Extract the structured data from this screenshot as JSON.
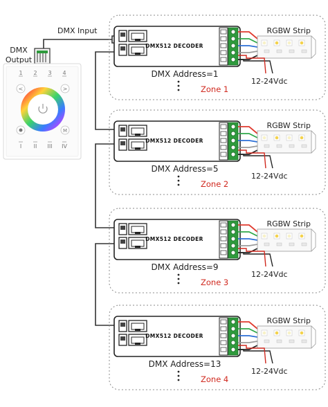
{
  "panel": {
    "dmx_output_label_1": "DMX",
    "dmx_output_label_2": "Output",
    "top_buttons": [
      "1",
      "2",
      "3",
      "4"
    ],
    "bottom_buttons": [
      "I",
      "II",
      "III",
      "IV"
    ],
    "left_button_glyph": "<",
    "right_button_glyph": ">",
    "mode_button_glyph": "M",
    "icons": [
      "power-icon",
      "color-wheel",
      "brightness-icon",
      "mode-icon"
    ]
  },
  "dmx_input_label": "DMX Input",
  "decoder_label": "DMX512 DECODER",
  "strip_label": "RGBW Strip",
  "power_label": "12-24Vdc",
  "zones": [
    {
      "address": "DMX Address=1",
      "zone": "Zone 1"
    },
    {
      "address": "DMX Address=5",
      "zone": "Zone 2"
    },
    {
      "address": "DMX Address=9",
      "zone": "Zone 3"
    },
    {
      "address": "DMX Address=13",
      "zone": "Zone 4"
    }
  ],
  "colors": {
    "zone_label": "#d0281e",
    "terminal_green": "#2e9a3c",
    "wire_colors": [
      "#e03a2e",
      "#2fa84a",
      "#2b6fd6",
      "#9b9b9b",
      "#222222"
    ]
  }
}
